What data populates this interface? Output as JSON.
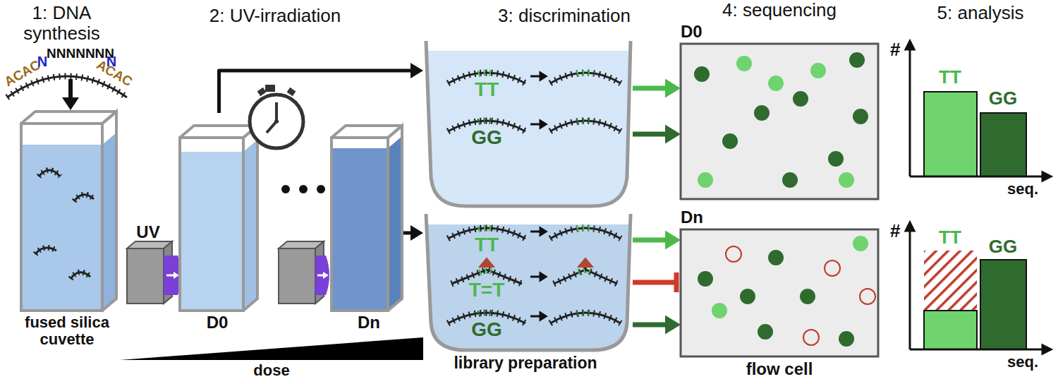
{
  "diagram": {
    "nodes": [
      {
        "text": [
          "fused silica cuvette"
        ]
      },
      {
        "text": [
          "D0"
        ]
      },
      {
        "text": [
          "Dn"
        ]
      },
      {
        "text": [
          "TT",
          "GG"
        ]
      },
      {
        "text": [
          "TT",
          "T=T",
          "GG"
        ]
      },
      {
        "text": [
          "D0"
        ]
      },
      {
        "text": [
          "Dn"
        ]
      },
      {
        "text": [
          "TT",
          "GG"
        ]
      },
      {
        "text": [
          "TT",
          "GG"
        ]
      }
    ],
    "edges": [
      {
        "from": 1,
        "to": 3,
        "arrow": "to"
      },
      {
        "from": 2,
        "to": 4,
        "arrow": "to"
      },
      {
        "from": 3,
        "to": 5,
        "arrow": "to"
      },
      {
        "from": 3,
        "to": 5,
        "arrow": "to"
      },
      {
        "from": 4,
        "to": 6,
        "arrow": "to"
      },
      {
        "from": 4,
        "to": 6,
        "arrow": "none"
      },
      {
        "from": 4,
        "to": 6,
        "arrow": "to"
      }
    ],
    "labels": [
      "1: DNA synthesis",
      "2: UV-irradiation",
      "3: discrimination",
      "4: sequencing",
      "5: analysis",
      "ACAC",
      "N",
      "NNNNNNN",
      "N",
      "ACAC",
      "UV",
      "dose",
      "library preparation",
      "flow cell",
      "#",
      "seq.",
      "#",
      "seq."
    ]
  }
}
